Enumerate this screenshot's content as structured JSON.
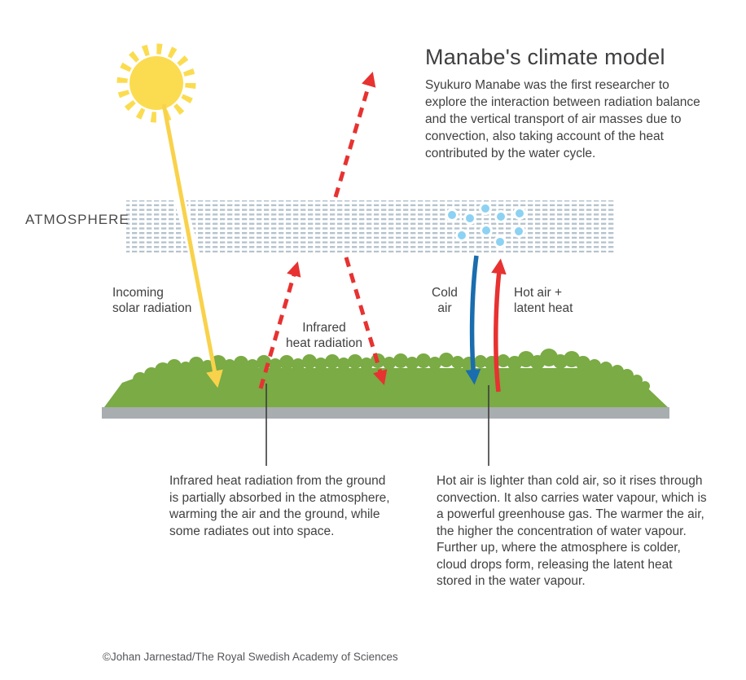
{
  "header": {
    "title": "Manabe's climate model",
    "intro": "Syukuro Manabe was the first researcher to explore the interaction between radiation balance and the vertical transport of air masses due to convection, also taking account of the heat contributed by the water cycle."
  },
  "diagram": {
    "atmosphere_label": "ATMOSPHERE",
    "arrow_labels": {
      "incoming_solar": "Incoming\nsolar radiation",
      "infrared": "Infrared\nheat radiation",
      "cold_air": "Cold\nair",
      "hot_air": "Hot air +\nlatent heat"
    },
    "icons": {
      "sun": "sun-icon",
      "cloud_drops": "cloud-drop-icon",
      "arrows": [
        "solar-radiation-arrow",
        "infrared-up-to-space-arrow",
        "infrared-up-from-ground-arrow",
        "infrared-down-arrow",
        "cold-air-down-arrow",
        "hot-air-up-arrow"
      ]
    },
    "colors": {
      "sun_yellow": "#FBDC50",
      "solar_arrow_yellow": "#F9D24B",
      "infrared_red": "#E73231",
      "cold_blue": "#1A6DAE",
      "cloud_drop_blue": "#8DD2F2",
      "ground_green": "#7AAB44",
      "ground_base_gray": "#A8ADB0",
      "atmosphere_dash_gray": "#B5C3CD",
      "text_gray": "#414042"
    }
  },
  "captions": {
    "left": "Infrared heat radiation from the ground is partially absorbed in the atmosphere, warming the air and the ground, while some radiates out into space.",
    "right": "Hot air is lighter than cold air, so it rises through convection. It also carries water vapour, which is a powerful greenhouse gas. The warmer the air, the higher the concentration of water vapour. Further up, where the atmosphere is colder, cloud drops form, releasing the latent heat stored in the water vapour."
  },
  "credit": "©Johan Jarnestad/The Royal Swedish Academy of Sciences"
}
